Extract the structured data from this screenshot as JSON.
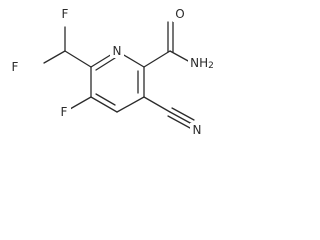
{
  "structure": {
    "atoms": {
      "ring_nitrogen": "N",
      "amide_oxygen": "O",
      "amide_nitrogen": "NH2",
      "cyano_nitrogen": "N",
      "ring_fluorine": "F",
      "difluoromethyl_f_upper": "F",
      "difluoromethyl_f_lower": "F"
    }
  }
}
